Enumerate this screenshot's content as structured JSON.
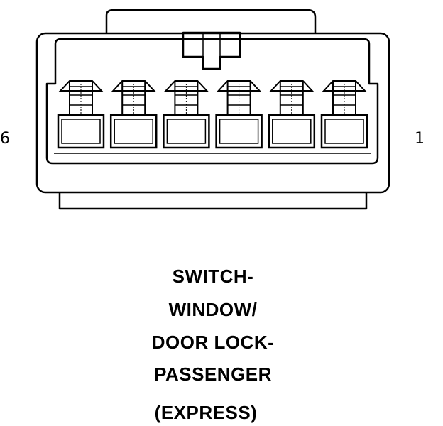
{
  "connector": {
    "pin_count": 6,
    "pin_label_left": "6",
    "pin_label_right": "1"
  },
  "caption": {
    "line1": "SWITCH-",
    "line2": "WINDOW/",
    "line3": "DOOR LOCK-",
    "line4": "PASSENGER",
    "line5": "(EXPRESS)"
  }
}
